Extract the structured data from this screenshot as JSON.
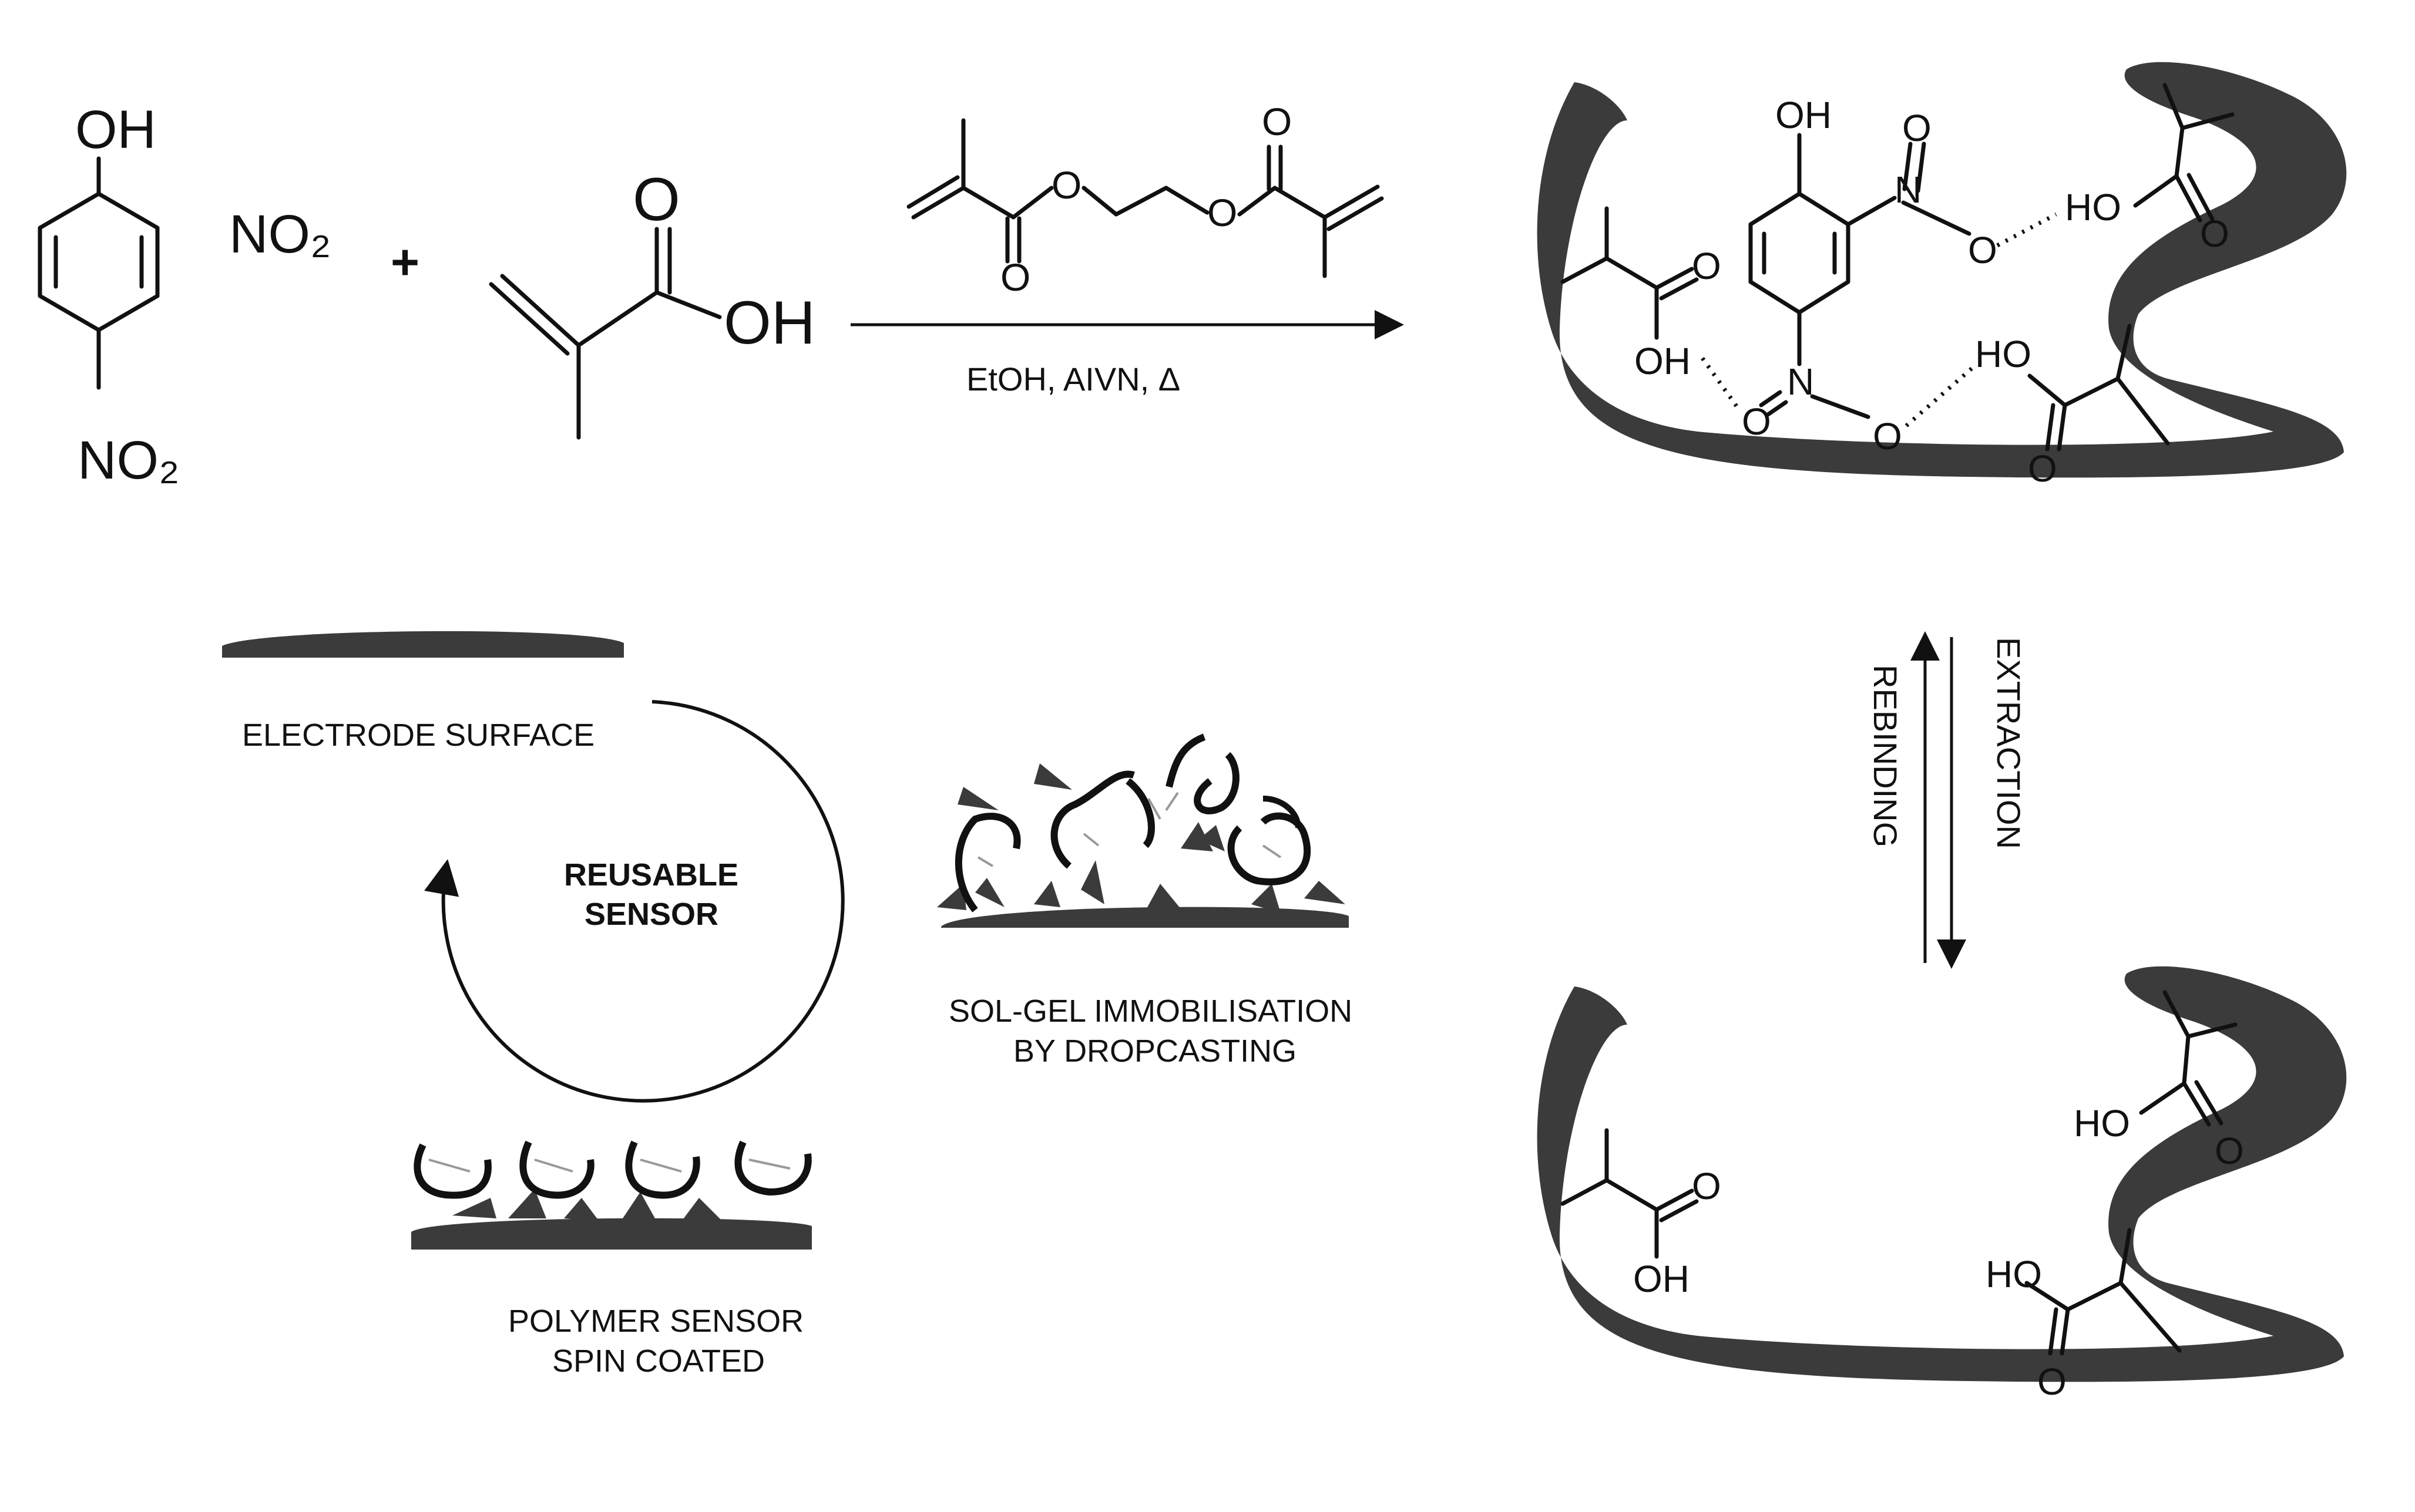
{
  "reaction": {
    "nitrophenol": {
      "oh": "OH",
      "no2_side": "NO₂",
      "no2_para": "NO₂"
    },
    "plus": "+",
    "methacrylic_acid": {
      "o": "O",
      "oh": "OH"
    },
    "crosslinker": {
      "o_ester1": "O",
      "o_carbonyl1": "O",
      "o_ester2": "O",
      "o_carbonyl2": "O"
    },
    "conditions": "EtOH, AIVN, Δ"
  },
  "imprinted_cavity": {
    "template_oh": "OH",
    "nitro_n_top": "N",
    "nitro_o_top": "O",
    "nitro_o_top_minus": "O",
    "nitro_n_bottom": "N",
    "nitro_o_bottom_left": "O",
    "nitro_o_bottom_right": "O",
    "acid_top_right_ho": "HO",
    "acid_top_right_o": "O",
    "acid_left_o": "O",
    "acid_left_oh": "OH",
    "acid_bottom_right_ho": "HO",
    "acid_bottom_right_o": "O"
  },
  "empty_cavity": {
    "acid_left_o": "O",
    "acid_left_oh": "OH",
    "acid_top_right_ho": "HO",
    "acid_top_right_o": "O",
    "acid_bottom_right_ho": "HO",
    "acid_bottom_right_o": "O"
  },
  "equilibrium": {
    "extraction": "EXTRACTION",
    "rebinding": "REBINDING"
  },
  "sensor_cycle": {
    "electrode_label": "ELECTRODE SURFACE",
    "center_line1": "REUSABLE",
    "center_line2": "SENSOR",
    "solgel_line1": "SOL-GEL IMMOBILISATION",
    "solgel_line2": "BY DROPCASTING",
    "polymer_line1": "POLYMER SENSOR",
    "polymer_line2": "SPIN COATED"
  },
  "colors": {
    "polymer": "#3b3b3b",
    "ink": "#111111",
    "background": "#ffffff"
  }
}
